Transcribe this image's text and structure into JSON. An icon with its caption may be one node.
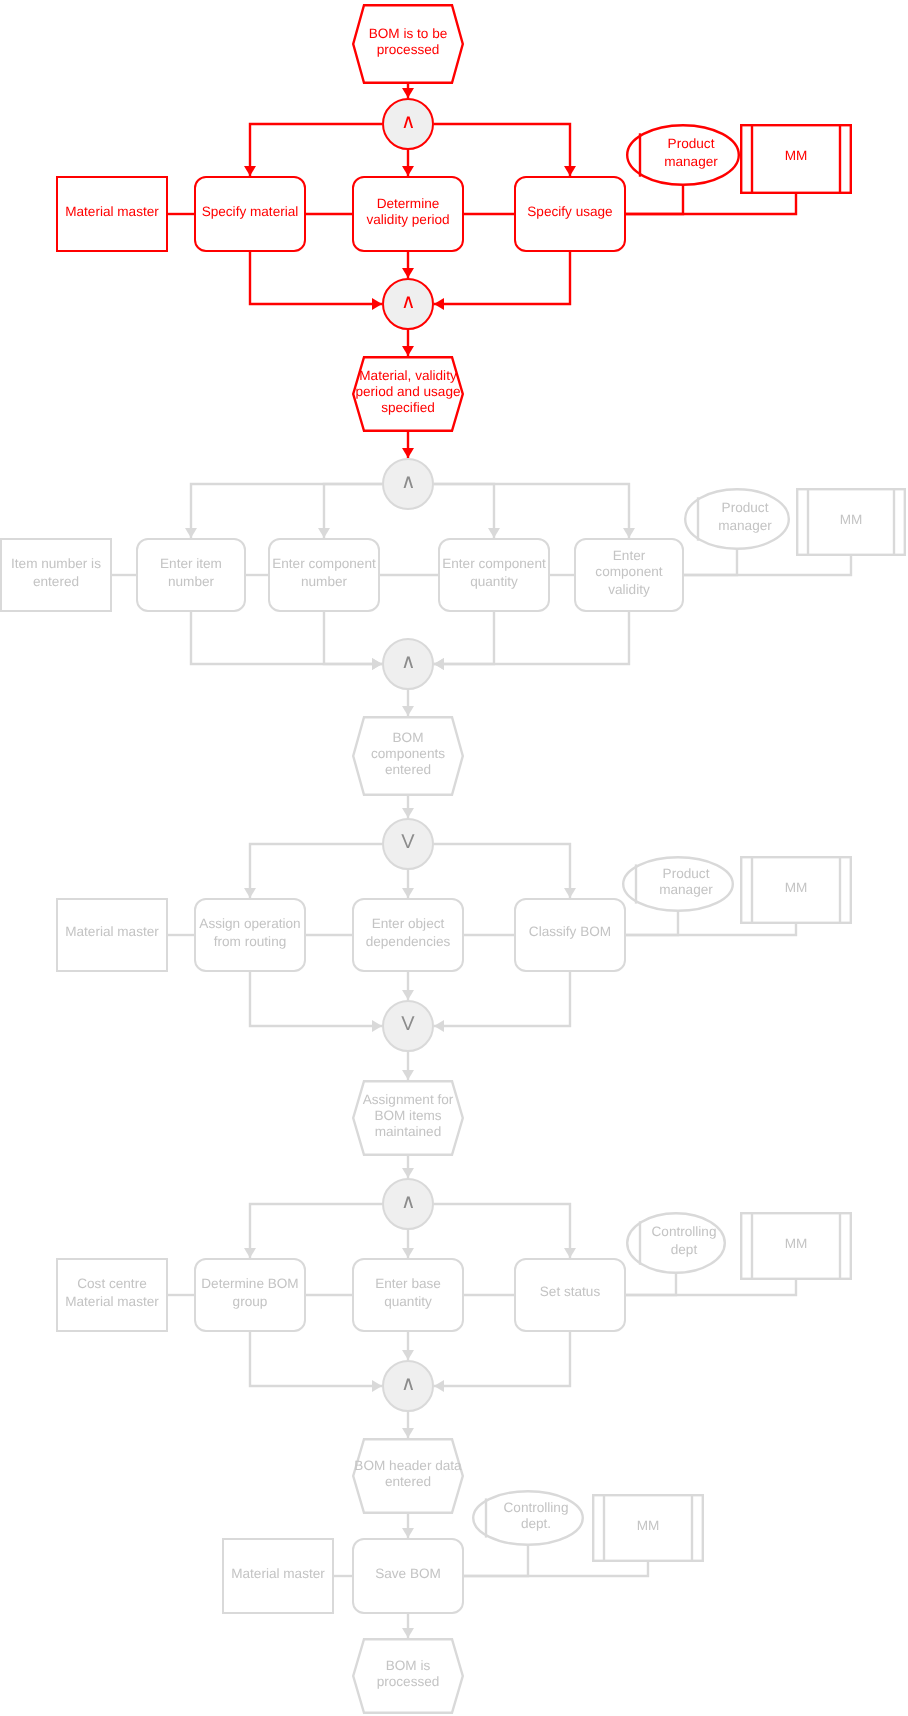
{
  "diagram": {
    "nodes": [
      {
        "text": [
          "BOM is to be processed"
        ]
      },
      {
        "text": [
          "∧"
        ]
      },
      {
        "text": [
          "Material master"
        ]
      },
      {
        "text": [
          "Specify material"
        ]
      },
      {
        "text": [
          "Determine validity period"
        ]
      },
      {
        "text": [
          "Specify usage"
        ]
      },
      {
        "text": [
          "Product manager"
        ]
      },
      {
        "text": [
          "MM"
        ]
      },
      {
        "text": [
          "∧"
        ]
      },
      {
        "text": [
          "Material, validity period and usage specified"
        ]
      },
      {
        "text": [
          "∧"
        ]
      },
      {
        "text": [
          "Item number is entered"
        ]
      },
      {
        "text": [
          "Enter item number"
        ]
      },
      {
        "text": [
          "Enter component number"
        ]
      },
      {
        "text": [
          "Enter component quantity"
        ]
      },
      {
        "text": [
          "Enter component validity"
        ]
      },
      {
        "text": [
          "Product manager"
        ]
      },
      {
        "text": [
          "MM"
        ]
      },
      {
        "text": [
          "∧"
        ]
      },
      {
        "text": [
          "BOM components entered"
        ]
      },
      {
        "text": [
          "V"
        ]
      },
      {
        "text": [
          "Material master"
        ]
      },
      {
        "text": [
          "Assign operation from routing"
        ]
      },
      {
        "text": [
          "Enter object dependencies"
        ]
      },
      {
        "text": [
          "Classify BOM"
        ]
      },
      {
        "text": [
          "Product manager"
        ]
      },
      {
        "text": [
          "MM"
        ]
      },
      {
        "text": [
          "V"
        ]
      },
      {
        "text": [
          "Assignment for BOM items maintained"
        ]
      },
      {
        "text": [
          "∧"
        ]
      },
      {
        "text": [
          "Cost centre Material master"
        ]
      },
      {
        "text": [
          "Determine BOM group"
        ]
      },
      {
        "text": [
          "Enter base quantity"
        ]
      },
      {
        "text": [
          "Set status"
        ]
      },
      {
        "text": [
          "Controlling dept"
        ]
      },
      {
        "text": [
          "MM"
        ]
      },
      {
        "text": [
          "∧"
        ]
      },
      {
        "text": [
          "BOM header data entered"
        ]
      },
      {
        "text": [
          "Material master"
        ]
      },
      {
        "text": [
          "Save BOM"
        ]
      },
      {
        "text": [
          "Controlling dept."
        ]
      },
      {
        "text": [
          "MM"
        ]
      },
      {
        "text": [
          "BOM is processed"
        ]
      }
    ],
    "edges": [
      {
        "from": 0,
        "to": 1,
        "arrow": "to",
        "color": "#ff0000"
      },
      {
        "from": 1,
        "to": 3,
        "arrow": "to",
        "color": "#ff0000"
      },
      {
        "from": 1,
        "to": 4,
        "arrow": "to",
        "color": "#ff0000"
      },
      {
        "from": 1,
        "to": 5,
        "arrow": "to",
        "color": "#ff0000"
      },
      {
        "from": 2,
        "to": 3,
        "arrow": "none",
        "color": "#ff0000"
      },
      {
        "from": 3,
        "to": 4,
        "arrow": "none",
        "color": "#ff0000"
      },
      {
        "from": 4,
        "to": 5,
        "arrow": "none",
        "color": "#ff0000"
      },
      {
        "from": 5,
        "to": 6,
        "arrow": "none",
        "color": "#ff0000"
      },
      {
        "from": 5,
        "to": 7,
        "arrow": "none",
        "color": "#ff0000"
      },
      {
        "from": 3,
        "to": 8,
        "arrow": "to",
        "color": "#ff0000"
      },
      {
        "from": 4,
        "to": 8,
        "arrow": "to",
        "color": "#ff0000"
      },
      {
        "from": 5,
        "to": 8,
        "arrow": "to",
        "color": "#ff0000"
      },
      {
        "from": 8,
        "to": 9,
        "arrow": "to",
        "color": "#ff0000"
      },
      {
        "from": 9,
        "to": 10,
        "arrow": "to",
        "color": "#ff0000"
      },
      {
        "from": 10,
        "to": 12,
        "arrow": "to"
      },
      {
        "from": 10,
        "to": 13,
        "arrow": "to"
      },
      {
        "from": 10,
        "to": 14,
        "arrow": "to"
      },
      {
        "from": 10,
        "to": 15,
        "arrow": "to"
      },
      {
        "from": 11,
        "to": 12,
        "arrow": "none"
      },
      {
        "from": 12,
        "to": 13,
        "arrow": "none"
      },
      {
        "from": 13,
        "to": 14,
        "arrow": "none"
      },
      {
        "from": 14,
        "to": 15,
        "arrow": "none"
      },
      {
        "from": 15,
        "to": 16,
        "arrow": "none"
      },
      {
        "from": 15,
        "to": 17,
        "arrow": "none"
      },
      {
        "from": 12,
        "to": 18,
        "arrow": "to"
      },
      {
        "from": 13,
        "to": 18,
        "arrow": "to"
      },
      {
        "from": 14,
        "to": 18,
        "arrow": "to"
      },
      {
        "from": 15,
        "to": 18,
        "arrow": "to"
      },
      {
        "from": 18,
        "to": 19,
        "arrow": "to"
      },
      {
        "from": 19,
        "to": 20,
        "arrow": "to"
      },
      {
        "from": 20,
        "to": 22,
        "arrow": "to"
      },
      {
        "from": 20,
        "to": 23,
        "arrow": "to"
      },
      {
        "from": 20,
        "to": 24,
        "arrow": "to"
      },
      {
        "from": 21,
        "to": 22,
        "arrow": "none"
      },
      {
        "from": 22,
        "to": 23,
        "arrow": "none"
      },
      {
        "from": 23,
        "to": 24,
        "arrow": "none"
      },
      {
        "from": 24,
        "to": 25,
        "arrow": "none"
      },
      {
        "from": 24,
        "to": 26,
        "arrow": "none"
      },
      {
        "from": 22,
        "to": 27,
        "arrow": "to"
      },
      {
        "from": 23,
        "to": 27,
        "arrow": "to"
      },
      {
        "from": 24,
        "to": 27,
        "arrow": "to"
      },
      {
        "from": 27,
        "to": 28,
        "arrow": "to"
      },
      {
        "from": 28,
        "to": 29,
        "arrow": "to"
      },
      {
        "from": 29,
        "to": 31,
        "arrow": "to"
      },
      {
        "from": 29,
        "to": 32,
        "arrow": "to"
      },
      {
        "from": 29,
        "to": 33,
        "arrow": "to"
      },
      {
        "from": 30,
        "to": 31,
        "arrow": "none"
      },
      {
        "from": 31,
        "to": 32,
        "arrow": "none"
      },
      {
        "from": 32,
        "to": 33,
        "arrow": "none"
      },
      {
        "from": 33,
        "to": 34,
        "arrow": "none"
      },
      {
        "from": 33,
        "to": 35,
        "arrow": "none"
      },
      {
        "from": 31,
        "to": 36,
        "arrow": "to"
      },
      {
        "from": 32,
        "to": 36,
        "arrow": "to"
      },
      {
        "from": 33,
        "to": 36,
        "arrow": "to"
      },
      {
        "from": 36,
        "to": 37,
        "arrow": "to"
      },
      {
        "from": 37,
        "to": 39,
        "arrow": "to"
      },
      {
        "from": 38,
        "to": 39,
        "arrow": "none"
      },
      {
        "from": 39,
        "to": 40,
        "arrow": "none"
      },
      {
        "from": 39,
        "to": 41,
        "arrow": "none"
      },
      {
        "from": 39,
        "to": 42,
        "arrow": "to"
      }
    ]
  }
}
